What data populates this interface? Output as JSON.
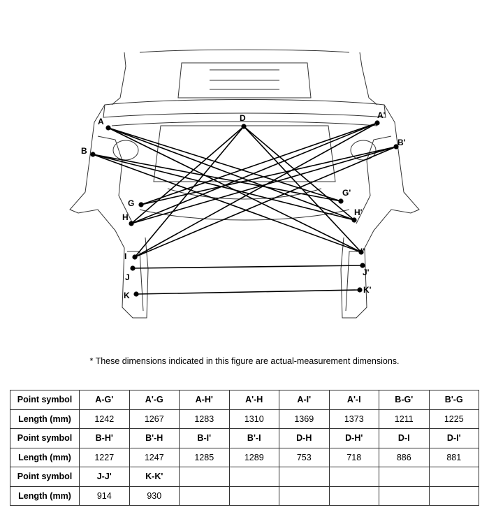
{
  "points": [
    {
      "id": "A",
      "label": "A"
    },
    {
      "id": "B",
      "label": "B"
    },
    {
      "id": "D",
      "label": "D"
    },
    {
      "id": "G",
      "label": "G"
    },
    {
      "id": "H",
      "label": "H"
    },
    {
      "id": "I",
      "label": "I"
    },
    {
      "id": "J",
      "label": "J"
    },
    {
      "id": "K",
      "label": "K"
    },
    {
      "id": "A'",
      "label": "A'"
    },
    {
      "id": "B'",
      "label": "B'"
    },
    {
      "id": "G'",
      "label": "G'"
    },
    {
      "id": "H'",
      "label": "H'"
    },
    {
      "id": "I'",
      "label": "I'"
    },
    {
      "id": "J'",
      "label": "J'"
    },
    {
      "id": "K'",
      "label": "K'"
    }
  ],
  "connections": [
    [
      "A",
      "G'"
    ],
    [
      "A'",
      "G"
    ],
    [
      "A",
      "H'"
    ],
    [
      "A'",
      "H"
    ],
    [
      "A",
      "I'"
    ],
    [
      "A'",
      "I"
    ],
    [
      "B",
      "G'"
    ],
    [
      "B'",
      "G"
    ],
    [
      "B",
      "H'"
    ],
    [
      "B'",
      "H"
    ],
    [
      "B",
      "I'"
    ],
    [
      "B'",
      "I"
    ],
    [
      "D",
      "H"
    ],
    [
      "D",
      "H'"
    ],
    [
      "D",
      "I"
    ],
    [
      "D",
      "I'"
    ],
    [
      "J",
      "J'"
    ],
    [
      "K",
      "K'"
    ]
  ],
  "note": "*  These dimensions indicated in this figure are actual-measurement dimensions.",
  "table": {
    "header_label": "Point symbol",
    "value_label": "Length (mm)",
    "groups": [
      {
        "symbols": [
          "A-G'",
          "A'-G",
          "A-H'",
          "A'-H",
          "A-I'",
          "A'-I",
          "B-G'",
          "B'-G"
        ],
        "lengths": [
          "1242",
          "1267",
          "1283",
          "1310",
          "1369",
          "1373",
          "1211",
          "1225"
        ]
      },
      {
        "symbols": [
          "B-H'",
          "B'-H",
          "B-I'",
          "B'-I",
          "D-H",
          "D-H'",
          "D-I",
          "D-I'"
        ],
        "lengths": [
          "1227",
          "1247",
          "1285",
          "1289",
          "753",
          "718",
          "886",
          "881"
        ]
      },
      {
        "symbols": [
          "J-J'",
          "K-K'",
          "",
          "",
          "",
          "",
          "",
          ""
        ],
        "lengths": [
          "914",
          "930",
          "",
          "",
          "",
          "",
          "",
          ""
        ]
      }
    ]
  }
}
